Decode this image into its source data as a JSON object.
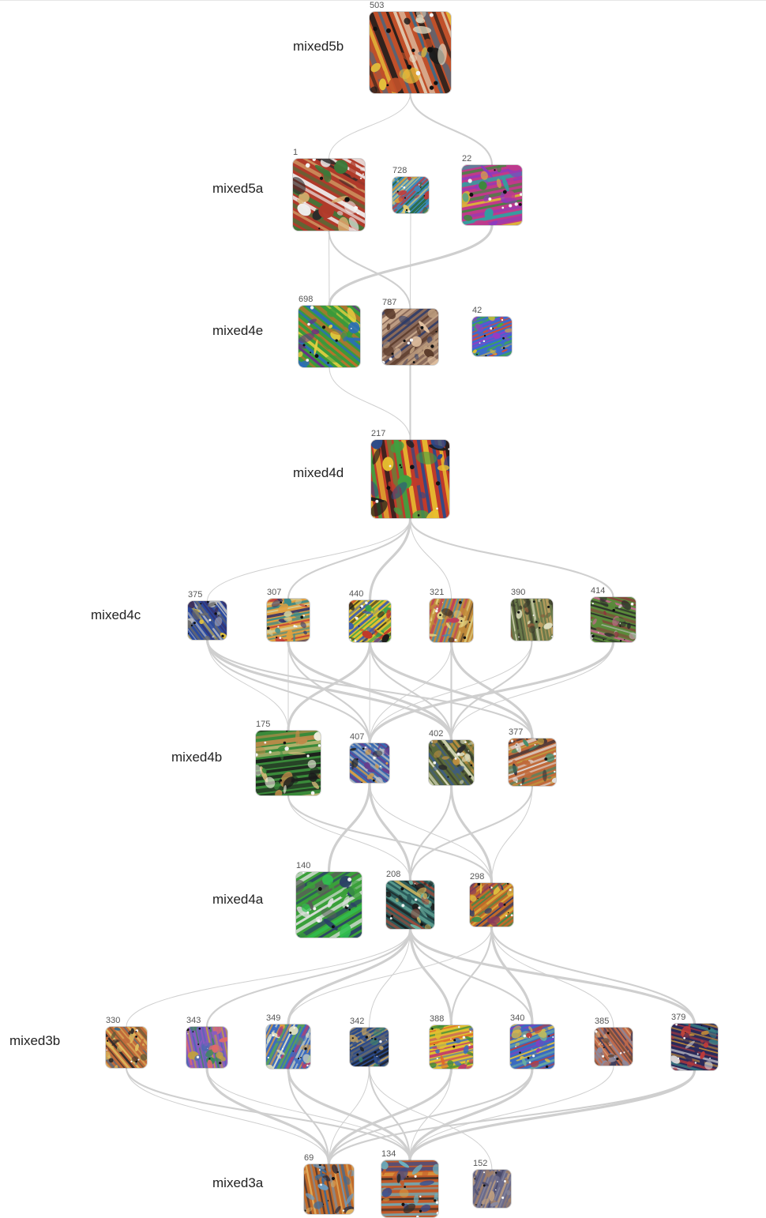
{
  "layers": [
    {
      "name": "mixed5b",
      "units": [
        {
          "id": "503",
          "palette": [
            "#c0502a",
            "#e8c23a",
            "#3a6a8a",
            "#1c1c1c",
            "#e6e0c8"
          ]
        }
      ]
    },
    {
      "name": "mixed5a",
      "units": [
        {
          "id": "1",
          "palette": [
            "#b03a2a",
            "#f0f0f0",
            "#2a2a2a",
            "#3a7a3a",
            "#d8b070"
          ]
        },
        {
          "id": "728",
          "palette": [
            "#3a8ac0",
            "#e0a030",
            "#c03a3a",
            "#2a6a3a",
            "#e8d070"
          ]
        },
        {
          "id": "22",
          "palette": [
            "#c03a8a",
            "#30a0a0",
            "#e0c030",
            "#8a3ac0",
            "#3a8a3a"
          ]
        }
      ]
    },
    {
      "name": "mixed4e",
      "units": [
        {
          "id": "698",
          "palette": [
            "#3a9a3a",
            "#c0702a",
            "#2a6ac0",
            "#e8d040",
            "#6a2a8a"
          ]
        },
        {
          "id": "787",
          "palette": [
            "#8a6a5a",
            "#2a3a6a",
            "#c0a080",
            "#e0c0a0",
            "#5a3a2a"
          ]
        },
        {
          "id": "42",
          "palette": [
            "#3a6ad0",
            "#e04a2a",
            "#40b040",
            "#e0c030",
            "#9a3ac0"
          ]
        }
      ]
    },
    {
      "name": "mixed4d",
      "units": [
        {
          "id": "217",
          "palette": [
            "#c03a2a",
            "#40a040",
            "#e8c030",
            "#2a4a8a",
            "#1c1c1c"
          ]
        }
      ]
    },
    {
      "name": "mixed4c",
      "units": [
        {
          "id": "375",
          "palette": [
            "#2a4aa0",
            "#e0c040",
            "#6a6a6a",
            "#c0c0c0",
            "#3a2a5a"
          ]
        },
        {
          "id": "307",
          "palette": [
            "#e0a040",
            "#3a8a8a",
            "#c03a3a",
            "#2a2a6a",
            "#d0d0a0"
          ]
        },
        {
          "id": "440",
          "palette": [
            "#e0c030",
            "#3a5ab0",
            "#c03a2a",
            "#30a050",
            "#1c1c1c"
          ]
        },
        {
          "id": "321",
          "palette": [
            "#c08a3a",
            "#3a8ac0",
            "#c03a5a",
            "#e0d080",
            "#4a3a2a"
          ]
        },
        {
          "id": "390",
          "palette": [
            "#6a7a4a",
            "#c0a060",
            "#3a3a2a",
            "#e0e0c0",
            "#8a5a3a"
          ]
        },
        {
          "id": "414",
          "palette": [
            "#5a8a3a",
            "#8a3a3a",
            "#c0c0c0",
            "#2a2a2a",
            "#c06a8a"
          ]
        }
      ]
    },
    {
      "name": "mixed4b",
      "units": [
        {
          "id": "175",
          "palette": [
            "#3a8a3a",
            "#c08a4a",
            "#1c1c1c",
            "#e0c080",
            "#f0f0e0"
          ]
        },
        {
          "id": "407",
          "palette": [
            "#3a6ab0",
            "#e0a040",
            "#6a3a8a",
            "#c0c0c0",
            "#2a2a2a"
          ]
        },
        {
          "id": "402",
          "palette": [
            "#5a6a3a",
            "#c09040",
            "#2a2a2a",
            "#3a5a8a",
            "#e0e0c0"
          ]
        },
        {
          "id": "377",
          "palette": [
            "#c06a3a",
            "#2a2a3a",
            "#e0e0e0",
            "#3a8a6a",
            "#c0a040"
          ]
        }
      ]
    },
    {
      "name": "mixed4a",
      "units": [
        {
          "id": "140",
          "palette": [
            "#3aa03a",
            "#2a3a6a",
            "#e0e0e0",
            "#5a5a5a",
            "#30c050"
          ]
        },
        {
          "id": "208",
          "palette": [
            "#2a5a5a",
            "#6ab0a0",
            "#e0c060",
            "#1c1c1c",
            "#a04a3a"
          ]
        },
        {
          "id": "298",
          "palette": [
            "#c06a2a",
            "#3a8a4a",
            "#2a3a6a",
            "#e0c040",
            "#8a3a5a"
          ]
        }
      ]
    },
    {
      "name": "mixed3b",
      "units": [
        {
          "id": "330",
          "palette": [
            "#c06a3a",
            "#3a6a8a",
            "#5a5a3a",
            "#e0c060",
            "#2a2a2a"
          ]
        },
        {
          "id": "343",
          "palette": [
            "#8a5ac0",
            "#3a8a5a",
            "#c0a040",
            "#e06a6a",
            "#4a6ab0"
          ]
        },
        {
          "id": "349",
          "palette": [
            "#3a6ac0",
            "#e0a040",
            "#5aa05a",
            "#c03a6a",
            "#e0e0c0"
          ]
        },
        {
          "id": "342",
          "palette": [
            "#2a4a8a",
            "#c0a060",
            "#6a6a6a",
            "#3a8a6a",
            "#1c1c1c"
          ]
        },
        {
          "id": "388",
          "palette": [
            "#e0c030",
            "#3a8a3a",
            "#c03a6a",
            "#3a6ac0",
            "#e06a2a"
          ]
        },
        {
          "id": "340",
          "palette": [
            "#3a6ac0",
            "#e0c040",
            "#c03a3a",
            "#6ab0a0",
            "#8a3ac0"
          ]
        },
        {
          "id": "385",
          "palette": [
            "#c06a4a",
            "#8a8aa0",
            "#3a3a5a",
            "#e0b080",
            "#6a4a3a"
          ]
        },
        {
          "id": "379",
          "palette": [
            "#2a2a5a",
            "#e0e0e0",
            "#c08a3a",
            "#3a8a8a",
            "#c03a3a"
          ]
        }
      ]
    },
    {
      "name": "mixed3a",
      "units": [
        {
          "id": "69",
          "palette": [
            "#c06a2a",
            "#3a6a9a",
            "#e0b060",
            "#2a2a3a",
            "#6a9ac0"
          ]
        },
        {
          "id": "134",
          "palette": [
            "#c05a2a",
            "#e0a040",
            "#3a4a8a",
            "#6ab0c0",
            "#2a2a2a"
          ]
        },
        {
          "id": "152",
          "palette": [
            "#6a6a8a",
            "#a0806a",
            "#c0a080",
            "#4a4a6a",
            "#8a8aa0"
          ]
        }
      ]
    }
  ]
}
